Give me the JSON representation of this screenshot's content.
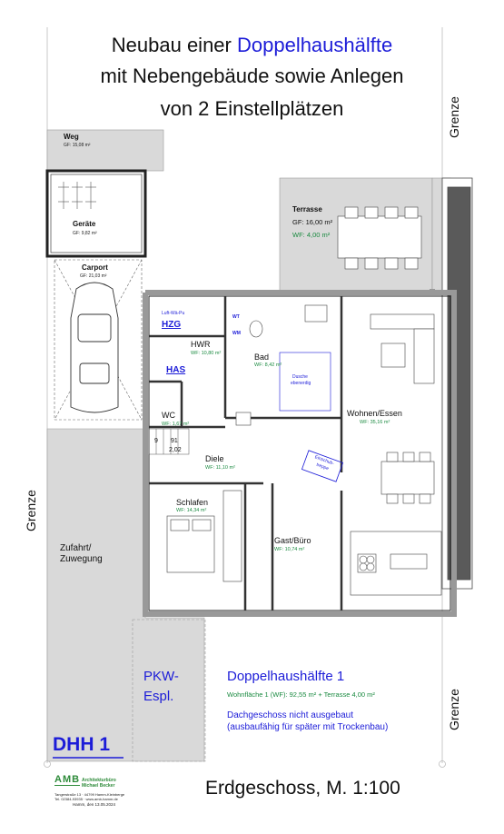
{
  "title": {
    "line1_prefix": "Neubau einer ",
    "line1_highlight": "Doppelhaushälfte",
    "line2": "mit Nebengebäude sowie Anlegen",
    "line3": "von  2 Einstellplätzen"
  },
  "grenze_label": "Grenze",
  "rooms": {
    "weg": {
      "name": "Weg",
      "area": "GF: 15,08 m²"
    },
    "geraete": {
      "name": "Geräte",
      "area": "GF: 9,82 m²"
    },
    "carport": {
      "name": "Carport",
      "area": "GF: 21,03 m²"
    },
    "terrasse": {
      "name": "Terrasse",
      "gf": "GF: 16,00 m²",
      "wf": "WF:  4,00 m²"
    },
    "luft": {
      "name": "Luft-Wä-Pu"
    },
    "hzg": {
      "name": "HZG"
    },
    "hwr": {
      "name": "HWR",
      "wf": "WF: 10,80 m²"
    },
    "has": {
      "name": "HAS"
    },
    "wt": {
      "name": "WT"
    },
    "wm": {
      "name": "WM"
    },
    "bad": {
      "name": "Bad",
      "wf": "WF: 8,42 m²"
    },
    "dusche": {
      "line1": "Dusche",
      "line2": "ebenerdig"
    },
    "wohnen": {
      "name": "Wohnen/Essen",
      "wf": "WF: 35,16 m²"
    },
    "wc": {
      "name": "WC",
      "wf": "WF: 1,67 m²"
    },
    "stair": {
      "a": "9",
      "b": "91",
      "c": "2,02"
    },
    "diele": {
      "name": "Diele",
      "wf": "WF: 11,10 m²"
    },
    "einschub": {
      "line1": "Einschub-",
      "line2": "treppe"
    },
    "schlafen": {
      "name": "Schlafen",
      "wf": "WF: 14,34 m²"
    },
    "gast": {
      "name": "Gast/Büro",
      "wf": "WF: 10,74 m²"
    }
  },
  "zufahrt": {
    "line1": "Zufahrt/",
    "line2": "Zuwegung"
  },
  "pkw": {
    "line1": "PKW-",
    "line2": "Espl."
  },
  "info": {
    "heading": "Doppelhaushälfte 1",
    "wohnflaeche": "Wohnfläche  1 (WF):    92,55 m² + Terrasse  4,00 m²",
    "note1": "Dachgeschoss nicht ausgebaut",
    "note2": "(ausbaufähig für später mit Trockenbau)"
  },
  "dhh_label": "DHH 1",
  "logo": {
    "mark": "AMB",
    "office1": "Architekturbüro",
    "office2": "Michael Becker",
    "addr1": "Tangerstraße 13 · 44799 Hamm-Kleinberge",
    "addr2": "Tel. 02384-93935 · www.amb-hamm.de",
    "date": "Hamm, den 13.05.2024"
  },
  "footer_title": "Erdgeschoss, M. 1:100",
  "colors": {
    "accent_blue": "#1c1cd8",
    "wf_green": "#1a8a40",
    "logo_green": "#2e8b3a",
    "gray_fill": "#d9d9d9",
    "wall": "#8c8c8c"
  }
}
